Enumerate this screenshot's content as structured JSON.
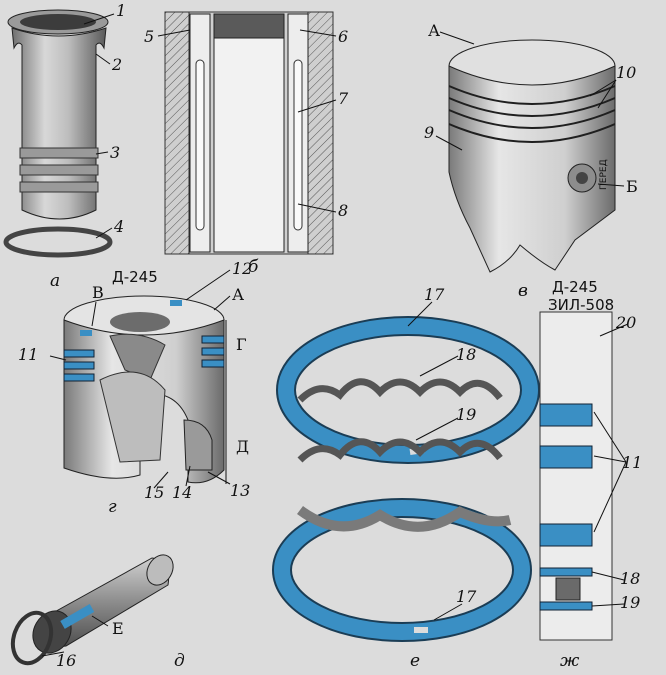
{
  "colors": {
    "background": "#dcdcdc",
    "part_blue": "#3a8fc4",
    "metal_light": "#e8e8e8",
    "metal_dark": "#8a8a8a",
    "ink": "#111111"
  },
  "subfigures": {
    "a": "а",
    "b": "б",
    "v": "в",
    "g": "г",
    "d": "д",
    "e": "е",
    "zh": "ж"
  },
  "titles": {
    "engine_1": "Д-245",
    "engine_2": "Д-245",
    "engine_3": "ЗИЛ-508"
  },
  "piston_text": "ПЕРЕД",
  "labels": {
    "n1": "1",
    "n2": "2",
    "n3": "3",
    "n4": "4",
    "n5": "5",
    "n6": "6",
    "n7": "7",
    "n8": "8",
    "n9": "9",
    "n10": "10",
    "n11a": "11",
    "n11b": "11",
    "n12": "12",
    "n13": "13",
    "n14": "14",
    "n15": "15",
    "n16": "16",
    "n17a": "17",
    "n17b": "17",
    "n18a": "18",
    "n18b": "18",
    "n19a": "19",
    "n19b": "19",
    "n20": "20",
    "A1": "А",
    "B1": "Б",
    "A2": "А",
    "V": "В",
    "G": "Г",
    "D": "Д",
    "E": "Е"
  }
}
